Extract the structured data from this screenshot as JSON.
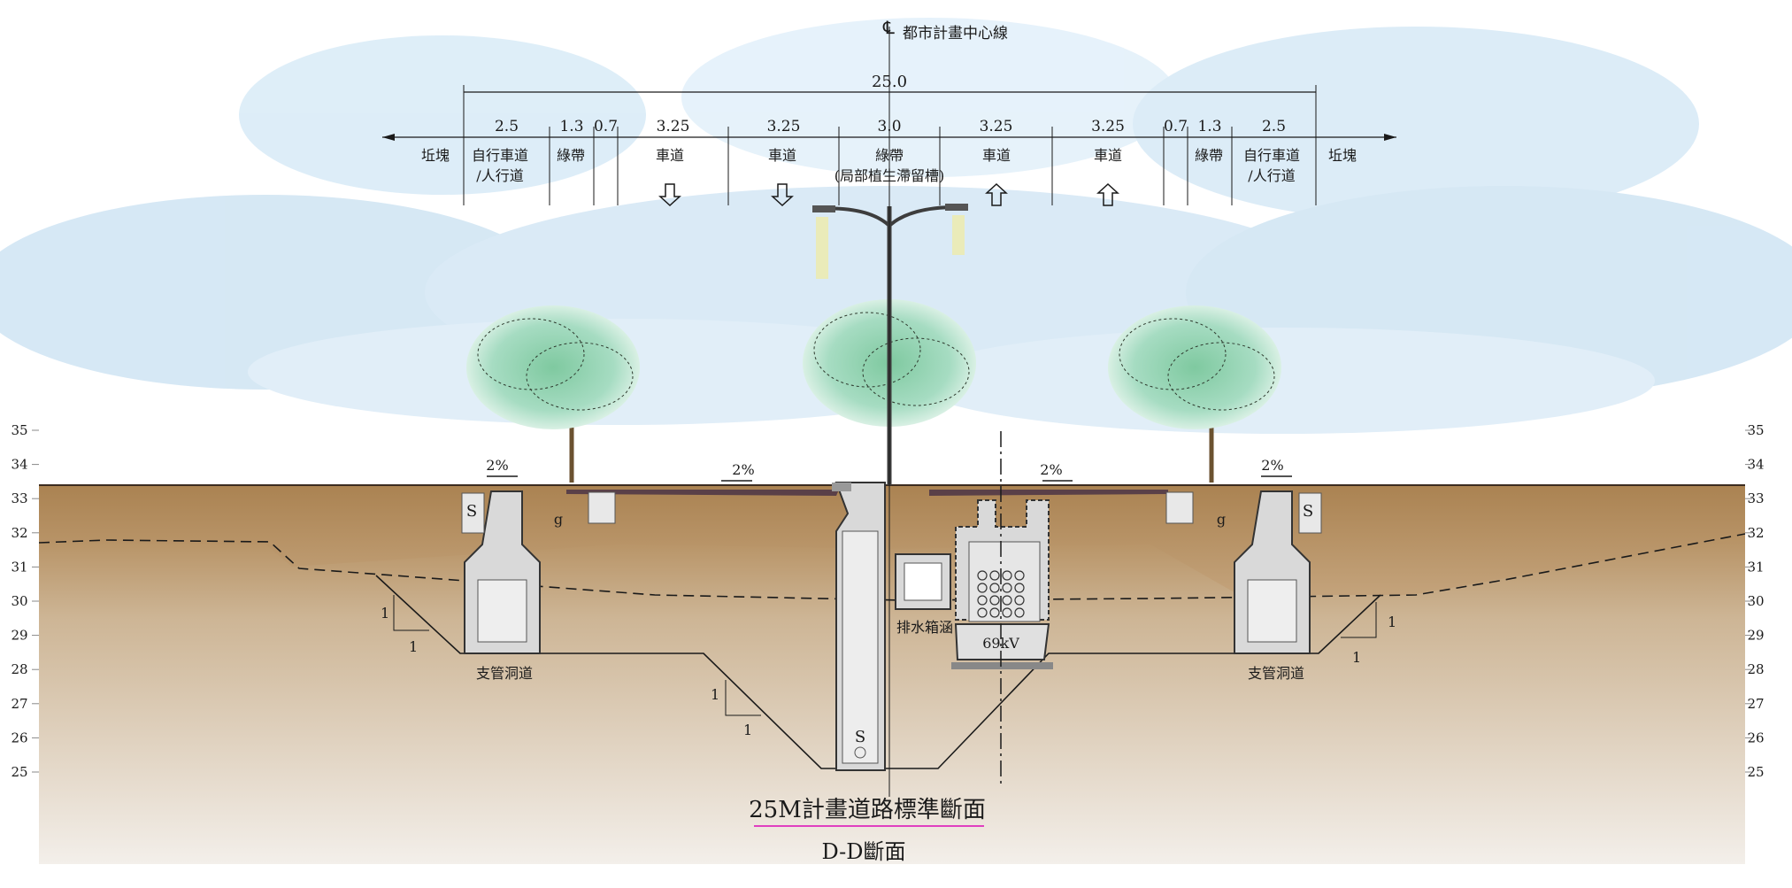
{
  "centerline": {
    "symbol": "℄",
    "label": "都市計畫中心線"
  },
  "dimensions": {
    "total": "25.0",
    "segments": [
      "2.5",
      "1.3",
      "0.7",
      "3.25",
      "3.25",
      "3.0",
      "3.25",
      "3.25",
      "0.7",
      "1.3",
      "2.5"
    ]
  },
  "zones": {
    "slope_left": "坵塊",
    "bike_path_l1": "自行車道",
    "bike_path_l2": "/人行道",
    "green_belt": "綠帶",
    "lane": "車道",
    "median_l1": "綠帶",
    "median_l2": "(局部植生滯留槽)",
    "slope_right": "坵塊"
  },
  "lane_arrows": [
    "down",
    "down",
    "up",
    "up"
  ],
  "slopes": {
    "grade": "2%"
  },
  "utilities": {
    "branch_tunnel": "支管洞道",
    "drain_box": "排水箱涵",
    "power_conduit": "69kV",
    "sewer": "S",
    "gas": "g"
  },
  "side_slope_ratio": {
    "rise": "1",
    "run": "1"
  },
  "elevation_ticks": [
    "35",
    "34",
    "33",
    "32",
    "31",
    "30",
    "29",
    "28",
    "27",
    "26",
    "25"
  ],
  "titles": {
    "main": "25M計畫道路標準斷面",
    "sub": "D-D斷面"
  },
  "colors": {
    "topsoil": "#b0895a",
    "subsoil": "#d5c7b0",
    "pavement": "#5a4048",
    "concrete": "#d9d9d9",
    "sky": "#cfe6f5",
    "title_underline": "#e040c0"
  }
}
